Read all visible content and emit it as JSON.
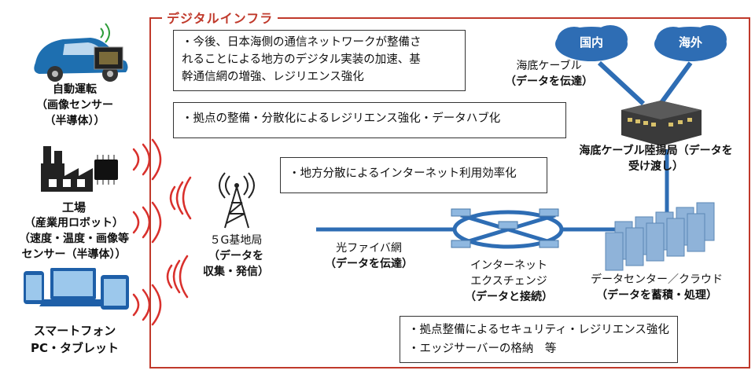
{
  "frame_title": "デジタルインフラ",
  "left": {
    "car": {
      "line1": "自動運転",
      "line2": "（画像センサー",
      "line3": "（半導体））"
    },
    "factory": {
      "line1": "工場",
      "line2": "（産業用ロボット）",
      "line3": "（速度・温度・画像等",
      "line4": "センサー（半導体））"
    },
    "devices": {
      "line1": "スマートフォン",
      "line2": "PC・タブレット"
    }
  },
  "base_station": {
    "line1": "５G基地局",
    "line2": "（データを",
    "line3": "収集・発信）"
  },
  "callouts": {
    "c1": [
      "・今後、日本海側の通信ネットワークが整備さ",
      "れることによる地方のデジタル実装の加速、基",
      "幹通信網の増強、レジリエンス強化"
    ],
    "c2": "・拠点の整備・分散化によるレジリエンス強化・データハブ化",
    "c3": "・地方分散によるインターネット利用効率化",
    "c4": [
      "・拠点整備によるセキュリティ・レジリエンス強化",
      "・エッジサーバーの格納　等"
    ]
  },
  "submarine_cable": {
    "line1": "海底ケーブル",
    "line2": "（データを伝達）"
  },
  "landing_station": {
    "line1": "海底ケーブル陸揚局（データを",
    "line2": "受け渡し）"
  },
  "clouds": {
    "domestic": "国内",
    "overseas": "海外"
  },
  "fiber": {
    "line1": "光ファイバ網",
    "line2": "（データを伝達）"
  },
  "ix": {
    "line1": "インターネット",
    "line2": "エクスチェンジ",
    "line3": "（データと接続）"
  },
  "datacenter": {
    "line1": "データセンター／クラウド",
    "line2": "（データを蓄積・処理）"
  },
  "colors": {
    "frame": "#c0392b",
    "network_line": "#2e6db4",
    "cloud": "#2e6db4",
    "wave": "#d9302c",
    "building": "#3a3a3a"
  }
}
